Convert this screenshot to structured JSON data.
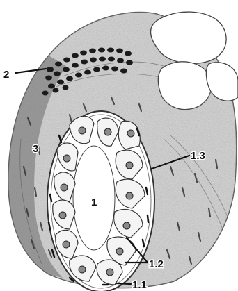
{
  "figure": {
    "labels": {
      "lumen": "1",
      "label_1_1": "1.1",
      "label_1_2": "1.2",
      "label_1_3": "1.3",
      "label_2": "2",
      "label_3": "3"
    },
    "colors": {
      "ink": "#111111",
      "shading_dark": "#5a5a5a",
      "shading_light": "#a8a8a8",
      "paper": "#ffffff"
    }
  }
}
